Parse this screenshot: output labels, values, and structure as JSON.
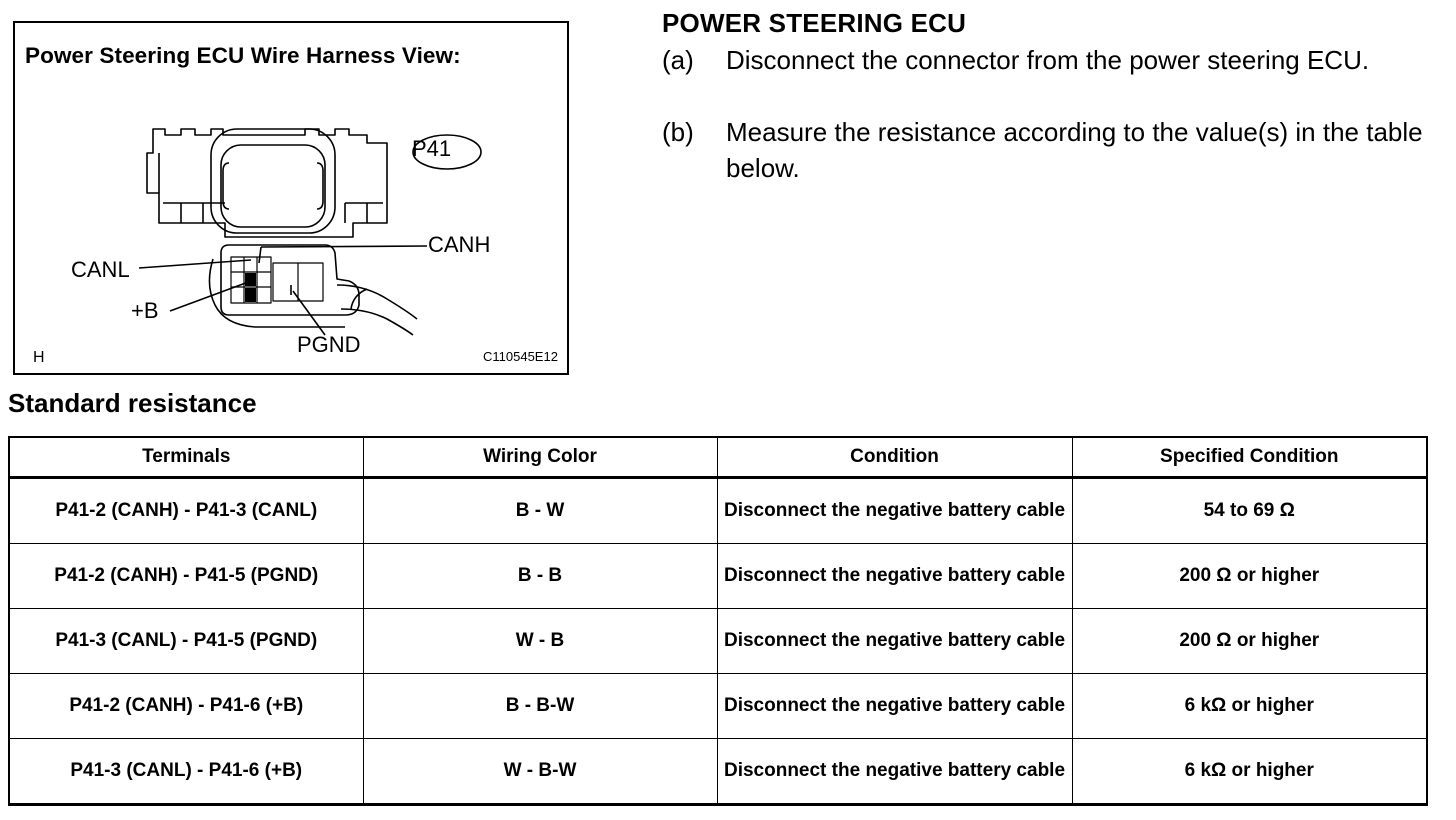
{
  "figure": {
    "title": "Power Steering ECU Wire Harness View:",
    "connector_id": "P41",
    "labels": {
      "canh": "CANH",
      "canl": "CANL",
      "plus_b": "+B",
      "pgnd": "PGND"
    },
    "corner_letter": "H",
    "code": "C110545E12"
  },
  "procedure": {
    "title": "POWER STEERING ECU",
    "steps": [
      {
        "marker": "(a)",
        "text": "Disconnect the connector from the power steering ECU."
      },
      {
        "marker": "(b)",
        "text": "Measure the resistance according to the value(s) in the table below."
      }
    ]
  },
  "table": {
    "title": "Standard resistance",
    "headers": [
      "Terminals",
      "Wiring Color",
      "Condition",
      "Specified Condition"
    ],
    "rows": [
      [
        "P41-2 (CANH) - P41-3 (CANL)",
        "B - W",
        "Disconnect the negative battery cable",
        "54 to 69 Ω"
      ],
      [
        "P41-2 (CANH) - P41-5 (PGND)",
        "B - B",
        "Disconnect the negative battery cable",
        "200 Ω or higher"
      ],
      [
        "P41-3 (CANL) - P41-5 (PGND)",
        "W - B",
        "Disconnect the negative battery cable",
        "200 Ω or higher"
      ],
      [
        "P41-2 (CANH) - P41-6 (+B)",
        "B - B-W",
        "Disconnect the negative battery cable",
        "6 kΩ or higher"
      ],
      [
        "P41-3 (CANL) - P41-6 (+B)",
        "W - B-W",
        "Disconnect the negative battery cable",
        "6 kΩ or higher"
      ]
    ]
  }
}
